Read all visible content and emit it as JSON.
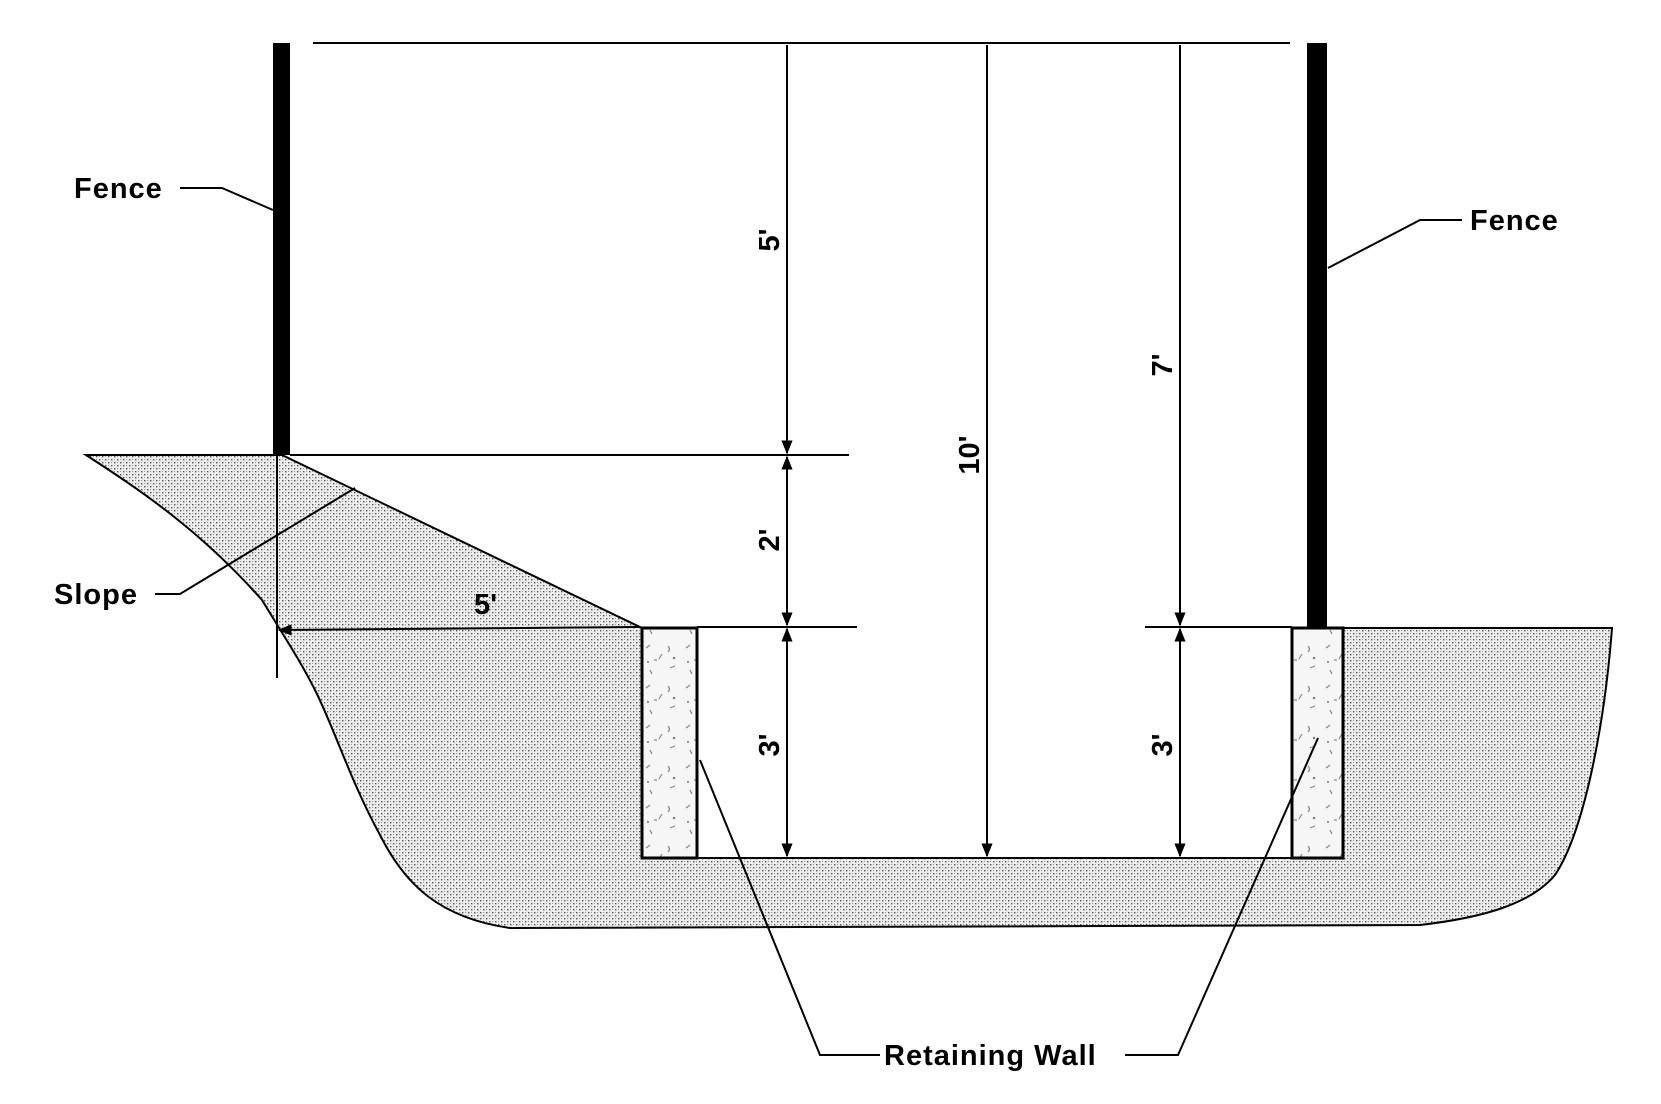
{
  "labels": {
    "fence_left": "Fence",
    "fence_right": "Fence",
    "slope": "Slope",
    "retaining_wall": "Retaining Wall"
  },
  "dimensions": {
    "upper_left": "5'",
    "middle_left": "2'",
    "lower_left": "3'",
    "total_center": "10'",
    "upper_right": "7'",
    "lower_right": "3'",
    "horizontal_slope": "5'"
  },
  "colors": {
    "ink": "#000000",
    "soil_fill": "#d9d9d9",
    "wall_fill": "#f2f2f2",
    "background": "#ffffff"
  }
}
